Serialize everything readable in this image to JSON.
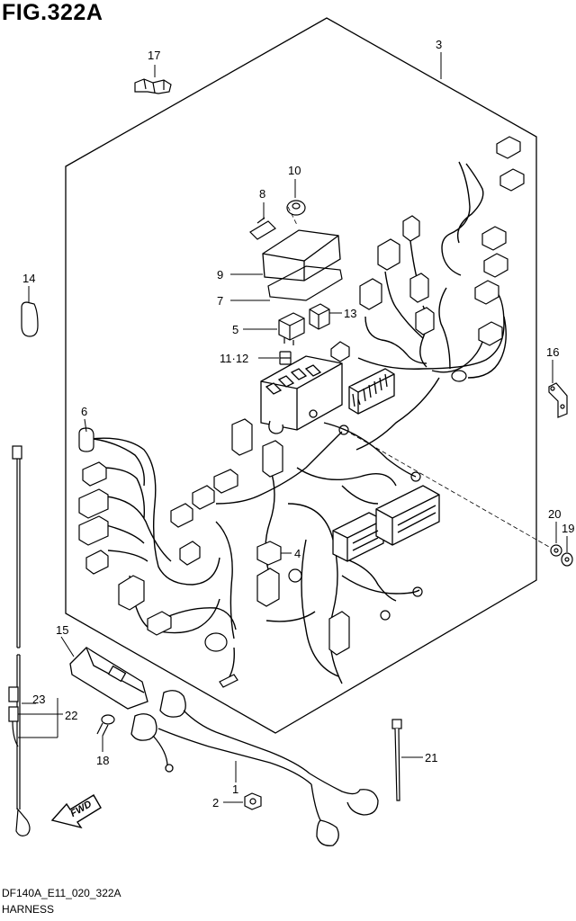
{
  "figure_title": "FIG.322A",
  "footer": {
    "code": "DF140A_E11_020_322A",
    "caption": "HARNESS"
  },
  "fwd_label": "FWD",
  "callouts": {
    "p1": "1",
    "p2": "2",
    "p3": "3",
    "p4": "4",
    "p5": "5",
    "p6": "6",
    "p7": "7",
    "p8": "8",
    "p9": "9",
    "p10": "10",
    "p11_12": "11·12",
    "p13": "13",
    "p14": "14",
    "p15": "15",
    "p16": "16",
    "p17": "17",
    "p18": "18",
    "p19": "19",
    "p20": "20",
    "p21": "21",
    "p22": "22",
    "p23": "23"
  }
}
